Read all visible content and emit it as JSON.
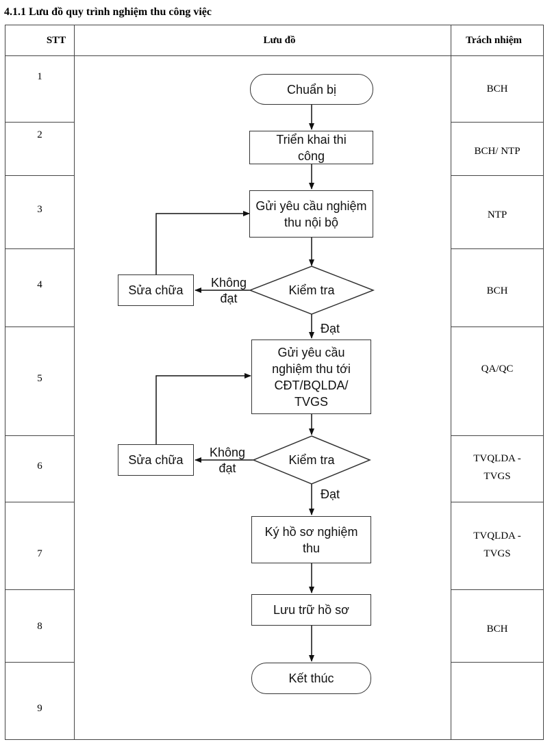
{
  "heading": "4.1.1 Lưu đồ quy trình nghiệm thu công việc",
  "columns": {
    "stt": "STT",
    "flow": "Lưu đồ",
    "responsibility": "Trách nhiệm"
  },
  "rows": [
    {
      "stt": "1",
      "responsibility": "BCH"
    },
    {
      "stt": "2",
      "responsibility": "BCH/ NTP"
    },
    {
      "stt": "3",
      "responsibility": "NTP"
    },
    {
      "stt": "4",
      "responsibility": "BCH"
    },
    {
      "stt": "5",
      "responsibility": "QA/QC"
    },
    {
      "stt": "6",
      "responsibility": "TVQLDA -\nTVGS"
    },
    {
      "stt": "7",
      "responsibility": "TVQLDA -\nTVGS"
    },
    {
      "stt": "8",
      "responsibility": "BCH"
    },
    {
      "stt": "9",
      "responsibility": ""
    }
  ],
  "flow": {
    "start": "Chuẩn bị",
    "deploy": "Triển khai thi công",
    "internal_request": "Gửi yêu cầu nghiệm thu nội bộ",
    "check_1": "Kiểm tra",
    "repair_1": "Sửa chữa",
    "fail_1": "Không đạt",
    "pass_1": "Đạt",
    "external_request": "Gửi yêu cầu nghiệm thu tới CĐT/BQLDA/ TVGS",
    "check_2": "Kiểm tra",
    "repair_2": "Sửa chữa",
    "fail_2": "Không đạt",
    "pass_2": "Đạt",
    "sign": "Ký hồ sơ nghiệm thu",
    "archive": "Lưu trữ hồ sơ",
    "end": "Kết thúc"
  }
}
